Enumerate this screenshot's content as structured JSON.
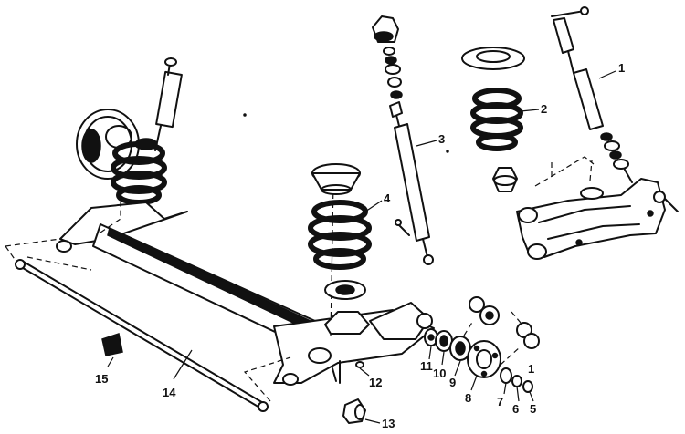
{
  "callouts": [
    {
      "id": "1",
      "label": "1"
    },
    {
      "id": "1b",
      "label": "1"
    },
    {
      "id": "2",
      "label": "2"
    },
    {
      "id": "3",
      "label": "3"
    },
    {
      "id": "4",
      "label": "4"
    },
    {
      "id": "5",
      "label": "5"
    },
    {
      "id": "6",
      "label": "6"
    },
    {
      "id": "7",
      "label": "7"
    },
    {
      "id": "8",
      "label": "8"
    },
    {
      "id": "9",
      "label": "9"
    },
    {
      "id": "10",
      "label": "10"
    },
    {
      "id": "11",
      "label": "11"
    },
    {
      "id": "12",
      "label": "12"
    },
    {
      "id": "13",
      "label": "13"
    },
    {
      "id": "14",
      "label": "14"
    },
    {
      "id": "15",
      "label": "15"
    }
  ]
}
